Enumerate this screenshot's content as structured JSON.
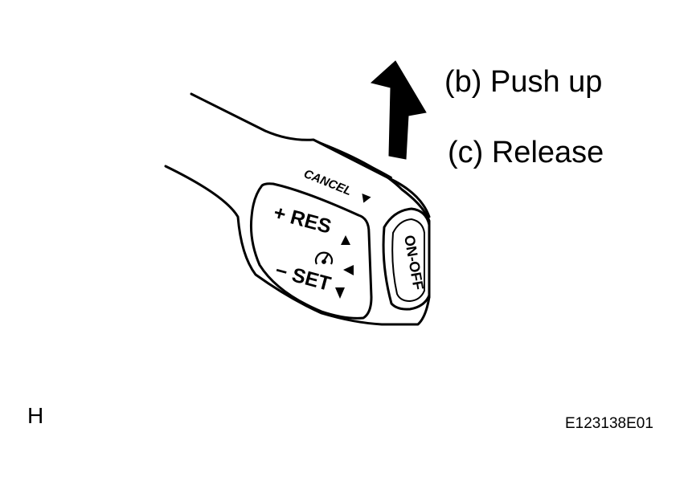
{
  "callouts": {
    "push_up": "(b) Push up",
    "release": "(c) Release"
  },
  "lever": {
    "cancel_label": "CANCEL",
    "res_label": "+ RES",
    "set_label": "− SET",
    "onoff_label": "ON-OFF",
    "cruise_icon": "speedometer-icon",
    "direction_icon": "arrow-up-icon"
  },
  "footer": {
    "figure_letter": "H",
    "figure_code": "E123138E01"
  }
}
